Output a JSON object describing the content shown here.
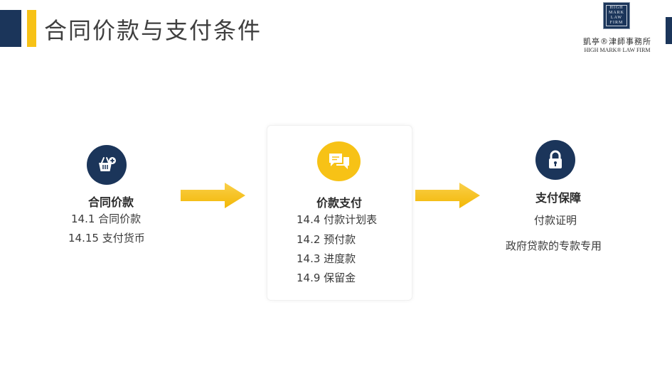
{
  "header": {
    "title": "合同价款与支付条件"
  },
  "logo": {
    "box_text": "HIGH MARK LAW FIRM",
    "chinese_name": "凱亭®津師事務所",
    "english_name": "HIGH MARK® LAW FIRM"
  },
  "columns": [
    {
      "icon": "basket-add-icon",
      "heading": "合同价款",
      "items": [
        "14.1 合同价款",
        "14.15 支付货币"
      ]
    },
    {
      "icon": "chat-bubbles-icon",
      "heading": "价款支付",
      "items": [
        "14.4 付款计划表",
        "14.2 预付款",
        "14.3 进度款",
        "14.9 保留金"
      ]
    },
    {
      "icon": "lock-icon",
      "heading": "支付保障",
      "items": [
        "付款证明",
        "政府贷款的专款专用"
      ]
    }
  ],
  "colors": {
    "navy": "#1b355a",
    "yellow": "#f7c216",
    "arrow": "#f7c216"
  }
}
